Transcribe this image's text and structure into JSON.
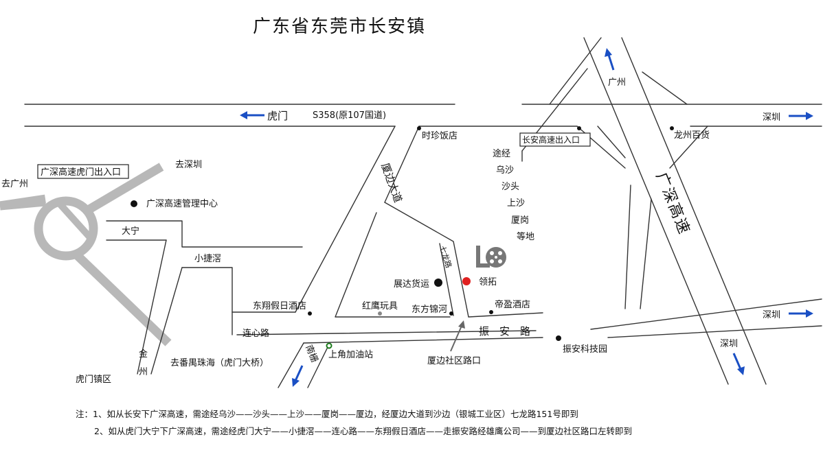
{
  "title": "广东省东莞市长安镇",
  "colors": {
    "arrow": "#1a4fc4",
    "marker_target": "#e02020",
    "ramp": "#b8b8b8",
    "road": "#333333"
  },
  "roads": {
    "s358": "S358(原107国道)",
    "xiabian_avenue": "厦边大道",
    "qilong_road": "七龙路",
    "zhenan_road": "振　安　路",
    "lianxin_road": "连心路",
    "nanshan": "南栅",
    "jin": "金",
    "zhou": "州",
    "dianing": "大宁",
    "xiaojiejiao": "小捷滘",
    "guangshen_expressway": "广深高速"
  },
  "directions": {
    "humen": "虎门",
    "guangzhou_top": "广州",
    "shenzhen_top": "深圳",
    "shenzhen_mid": "深圳",
    "shenzhen_bottom": "深圳",
    "to_guangzhou": "去广州",
    "to_shenzhen": "去深圳",
    "to_panyu": "去番禺珠海（虎门大桥）"
  },
  "boxes": {
    "humen_exit": "广深高速虎门出入口",
    "changan_exit": "长安高速出入口"
  },
  "places": {
    "management_center": "广深高速管理中心",
    "shizhen_restaurant": "时珍饭店",
    "dongxiang_hotel": "东翔假日酒店",
    "zhanda_logistics": "展达货运",
    "lingtuo": "领拓",
    "hongying_toys": "红鹰玩具",
    "dongfang_jinhe": "东方锦河",
    "diying_hotel": "帝盈酒店",
    "shangjiao_gas": "上角加油站",
    "xiabian_intersection": "厦边社区路口",
    "zhenan_tech_park": "振安科技园",
    "humen_district": "虎门镇区",
    "longzhou_store": "龙州百货"
  },
  "via": {
    "line1": "途经",
    "line2": "乌沙",
    "line3": "沙头",
    "line4": "上沙",
    "line5": "厦岗",
    "line6": "等地"
  },
  "notes": {
    "line1": "注：1、如从长安下广深高速，需途经乌沙——沙头——上沙——厦岗——厦边，经厦边大道到沙边（银城工业区）七龙路151号即到",
    "line2": "2、如从虎门大宁下广深高速，需途经虎门大宁——小捷滘——连心路——东翔假日酒店——走振安路经雄鹰公司——到厦边社区路口左转即到"
  }
}
